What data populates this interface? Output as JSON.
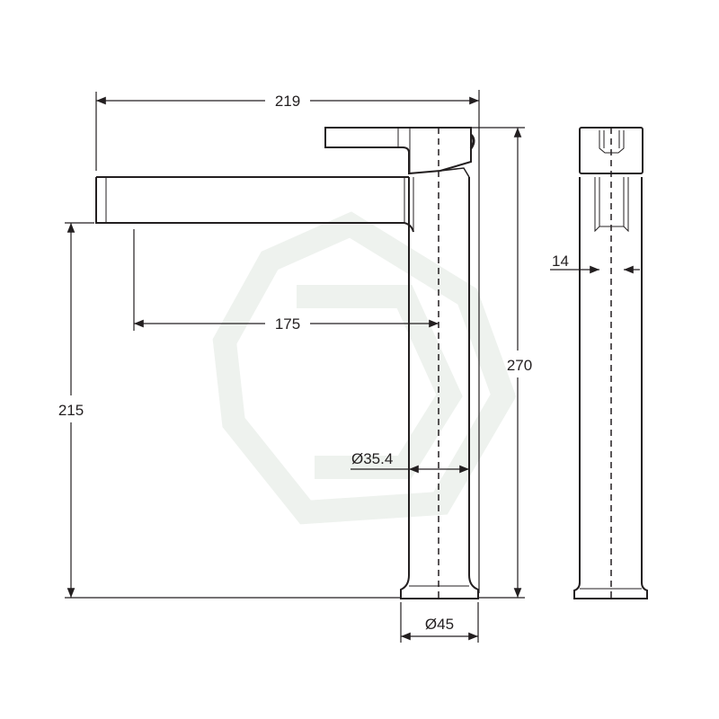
{
  "drawing": {
    "title": "Basin mixer tap dimension drawing",
    "dimensions": {
      "overall_width": "219",
      "spout_reach": "175",
      "spout_height": "215",
      "overall_height": "270",
      "body_diameter": "Ø35.4",
      "base_diameter": "Ø45",
      "handle_width": "14"
    },
    "colors": {
      "line": "#231f20",
      "watermark": "#f2f5f2"
    }
  }
}
